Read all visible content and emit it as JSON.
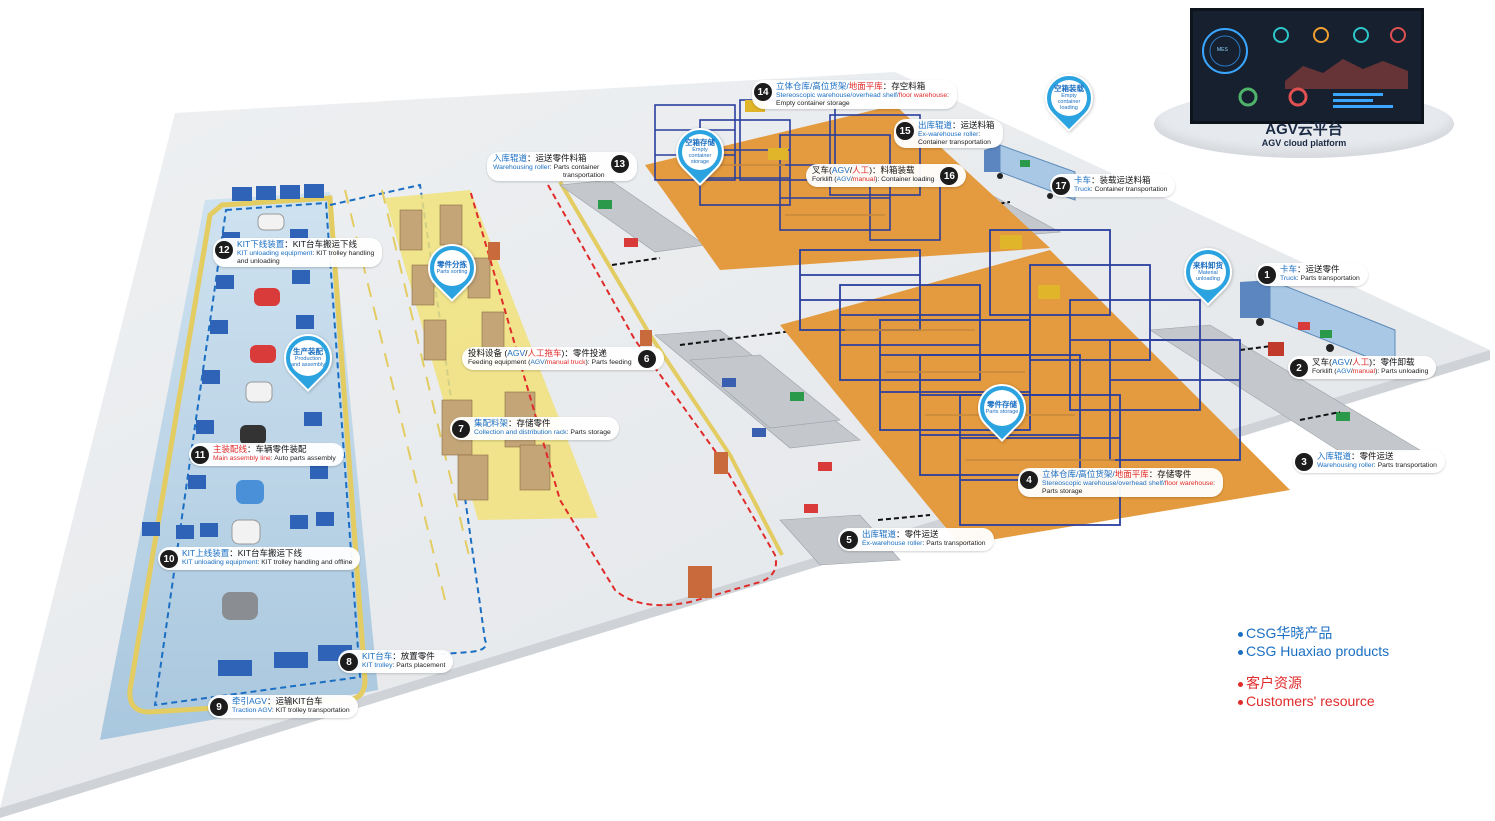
{
  "cloud": {
    "title": "AGV云平台",
    "subtitle": "AGV cloud platform",
    "screen_label": "MES"
  },
  "legend": {
    "csg_cn": "CSG华晓产品",
    "csg_en": "CSG Huaxiao products",
    "customer_cn": "客户资源",
    "customer_en": "Customers' resource",
    "colors": {
      "csg": "#1b6fc2",
      "customer": "#e02b2b"
    }
  },
  "pins": [
    {
      "id": "production",
      "cn": "生产装配",
      "en": "Production and assembly"
    },
    {
      "id": "sorting",
      "cn": "零件分拣",
      "en": "Parts sorting"
    },
    {
      "id": "empty_storage",
      "cn": "空箱存储",
      "en": "Empty container storage"
    },
    {
      "id": "empty_loading",
      "cn": "空箱装载",
      "en": "Empty container loading"
    },
    {
      "id": "material_unloading",
      "cn": "来料卸货",
      "en": "Material unloading"
    },
    {
      "id": "parts_storage",
      "cn": "零件存储",
      "en": "Parts storage"
    }
  ],
  "callouts": {
    "c1": {
      "num": "1",
      "cn_a": "卡车",
      "cn_b": "：运送零件",
      "en_a": "Truck",
      "en_b": ": Parts transportation"
    },
    "c2": {
      "num": "2",
      "cn_a": "叉车(",
      "cn_b": "AGV",
      "cn_c": "/",
      "cn_d": "人工",
      "cn_e": ")：零件卸载",
      "en_a": "Forklift (",
      "en_b": "AGV",
      "en_c": "/",
      "en_d": "manual",
      "en_e": "): Parts unloading"
    },
    "c3": {
      "num": "3",
      "cn_a": "入库辊道",
      "cn_b": "：零件运送",
      "en_a": "Warehousing roller",
      "en_b": ": Parts transportation"
    },
    "c4": {
      "num": "4",
      "cn_a": "立体仓库/高位货架/",
      "cn_b": "地面平库",
      "cn_c": "：存储零件",
      "en_a": "Stereoscopic warehouse/overhead shelf/",
      "en_b": "floor warehouse",
      "en_c": ":",
      "en_d": "Parts storage"
    },
    "c5": {
      "num": "5",
      "cn_a": "出库辊道",
      "cn_b": "：零件运送",
      "en_a": "Ex-warehouse roller",
      "en_b": ": Parts transportation"
    },
    "c6": {
      "num": "6",
      "cn_a": "投料设备 (",
      "cn_b": "AGV",
      "cn_c": "/",
      "cn_d": "人工拖车",
      "cn_e": ")：零件投递",
      "en_a": "Feeding equipment (",
      "en_b": "AGV",
      "en_c": "/",
      "en_d": "manual truck",
      "en_e": "): Parts feeding"
    },
    "c7": {
      "num": "7",
      "cn_a": "集配料架",
      "cn_b": "：存储零件",
      "en_a": "Collection and distribution rack",
      "en_b": ": Parts storage"
    },
    "c8": {
      "num": "8",
      "cn_a": "KIT台车",
      "cn_b": "：放置零件",
      "en_a": "KIT trolley",
      "en_b": ": Parts placement"
    },
    "c9": {
      "num": "9",
      "cn_a": "牵引AGV",
      "cn_b": "：运输KIT台车",
      "en_a": "Traction AGV",
      "en_b": ": KIT trolley transportation"
    },
    "c10": {
      "num": "10",
      "cn_a": "KIT上线装置",
      "cn_b": "：KIT台车搬运下线",
      "en_a": "KIT unloading equipment",
      "en_b": ": KIT trolley handling and offline"
    },
    "c11": {
      "num": "11",
      "cn_a": "主装配线",
      "cn_b": "：车辆零件装配",
      "en_a": "Main assembly line",
      "en_b": ": Auto parts assembly"
    },
    "c12": {
      "num": "12",
      "cn_a": "KIT下线装置",
      "cn_b": "：KIT台车搬运下线",
      "en_a": "KIT unloading equipment",
      "en_b": ": KIT trolley handling",
      "en_c": "and unloading"
    },
    "c13": {
      "num": "13",
      "cn_a": "入库辊道",
      "cn_b": "：运送零件料箱",
      "en_a": "Warehousing roller",
      "en_b": ": Parts container",
      "en_c": "transportation"
    },
    "c14": {
      "num": "14",
      "cn_a": "立体仓库/高位货架/",
      "cn_b": "地面平库",
      "cn_c": "：存空料箱",
      "en_a": "Stereoscopic warehouse/overhead shelf/",
      "en_b": "floor warehouse",
      "en_c": ":",
      "en_d": "Empty container storage"
    },
    "c15": {
      "num": "15",
      "cn_a": "出库辊道",
      "cn_b": "：运送料箱",
      "en_a": "Ex-warehouse roller",
      "en_b": ":",
      "en_c": "Container transportation"
    },
    "c16": {
      "num": "16",
      "cn_a": "叉车(",
      "cn_b": "AGV",
      "cn_c": "/",
      "cn_d": "人工",
      "cn_e": ")：料箱装载",
      "en_a": "Forklift (",
      "en_b": "AGV",
      "en_c": "/",
      "en_d": "manual",
      "en_e": "): Container loading"
    },
    "c17": {
      "num": "17",
      "cn_a": "卡车",
      "cn_b": "：装载运送料箱",
      "en_a": "Truck",
      "en_b": ": Container transportation"
    }
  }
}
